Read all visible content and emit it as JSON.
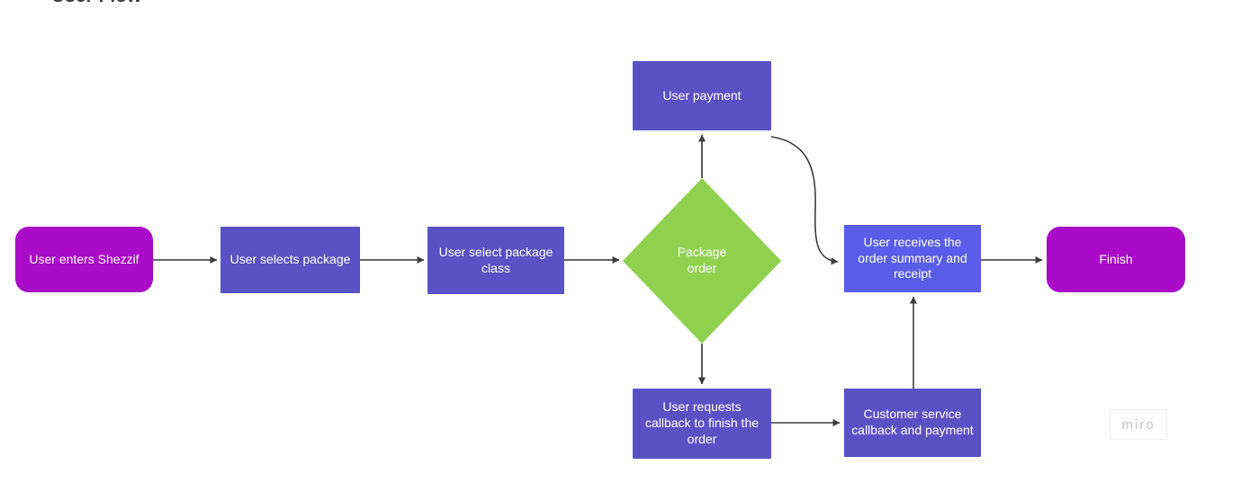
{
  "title": "User Flow",
  "watermark": "miro",
  "colors": {
    "terminator": "#a90bc9",
    "process": "#5a52c4",
    "process_blue": "#5a5de8",
    "decision": "#8fd14f",
    "arrow": "#3d3d3d",
    "node_text": "#ffffff",
    "title_text": "#3c3c3c",
    "watermark_text": "#c3c3d2"
  },
  "nodes": [
    {
      "id": "start",
      "type": "terminator",
      "label": "User enters Shezzif"
    },
    {
      "id": "select-package",
      "type": "process",
      "label": "User selects package"
    },
    {
      "id": "package-class",
      "type": "process",
      "label": "User select package class"
    },
    {
      "id": "package-order",
      "type": "decision",
      "label": "Package order"
    },
    {
      "id": "user-payment",
      "type": "process",
      "label": "User payment"
    },
    {
      "id": "order-summary",
      "type": "process",
      "label": "User receives the order summary and receipt"
    },
    {
      "id": "finish",
      "type": "terminator",
      "label": "Finish"
    },
    {
      "id": "request-callback",
      "type": "process",
      "label": "User requests callback to finish the order"
    },
    {
      "id": "cs-callback",
      "type": "process",
      "label": "Customer service callback and payment"
    }
  ],
  "edges": [
    {
      "from": "start",
      "to": "select-package"
    },
    {
      "from": "select-package",
      "to": "package-class"
    },
    {
      "from": "package-class",
      "to": "package-order"
    },
    {
      "from": "package-order",
      "to": "user-payment"
    },
    {
      "from": "package-order",
      "to": "request-callback"
    },
    {
      "from": "user-payment",
      "to": "order-summary"
    },
    {
      "from": "request-callback",
      "to": "cs-callback"
    },
    {
      "from": "cs-callback",
      "to": "order-summary"
    },
    {
      "from": "order-summary",
      "to": "finish"
    }
  ]
}
